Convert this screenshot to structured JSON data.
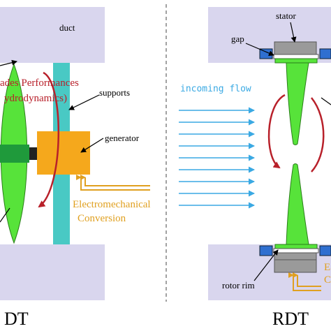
{
  "left": {
    "duct_label": "duct",
    "blades_line1": "ades Performances",
    "blades_line2": "ydrodynamics)",
    "supports_label": "supports",
    "generator_label": "generator",
    "conversion_line1": "Electromechanical",
    "conversion_line2": "Conversion",
    "caption": "DT"
  },
  "right": {
    "stator_label": "stator",
    "gap_label": "gap",
    "flow_label": "incoming flow",
    "rotor_rim_label": "rotor rim",
    "edge_text_1": "E",
    "edge_text_2": "C",
    "caption": "RDT"
  },
  "colors": {
    "duct": "#d9d6ee",
    "blade": "#57e33a",
    "support": "#49c9c4",
    "generator": "#f5a81c",
    "hub": "#1f9a3b",
    "magnet": "#2f6fd0",
    "stator": "#9a9a9a",
    "flow": "#3aa9e3",
    "performance_text": "#b8202a",
    "conversion_text": "#e0a020"
  }
}
